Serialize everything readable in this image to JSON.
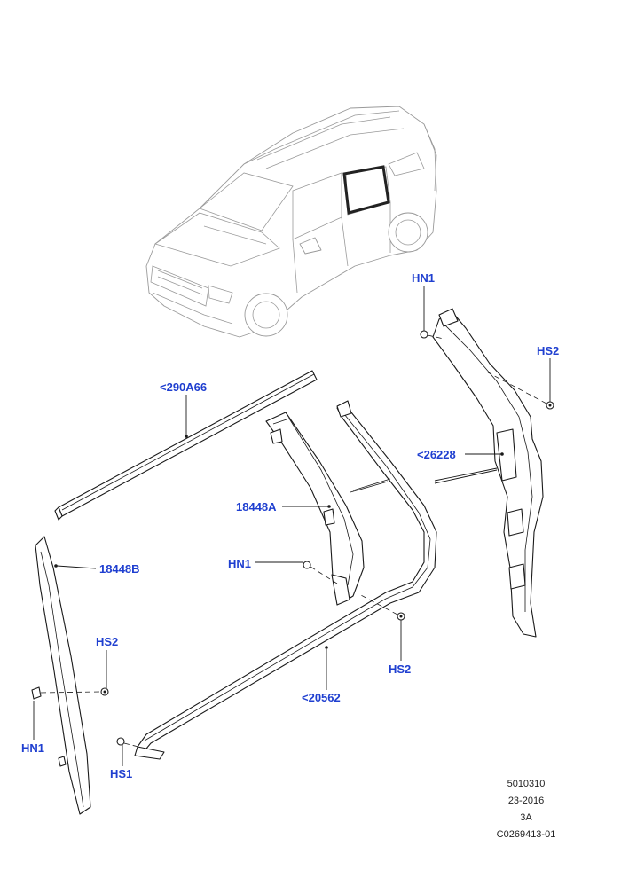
{
  "callouts": {
    "hn1_top": "HN1",
    "hs2_right": "HS2",
    "c290a66": "<290A66",
    "c26228": "<26228",
    "c18448a": "18448A",
    "hn1_mid": "HN1",
    "c18448b": "18448B",
    "hs2_left": "HS2",
    "hs2_bottom": "HS2",
    "c20562": "<20562",
    "hn1_left": "HN1",
    "hs1": "HS1"
  },
  "meta": {
    "line1": "5010310",
    "line2": "23-2016",
    "line3": "3A",
    "line4": "C0269413-01"
  },
  "colors": {
    "callout": "#1f3fd0",
    "line": "#1a1a1a",
    "car": "#9a9a9a"
  }
}
